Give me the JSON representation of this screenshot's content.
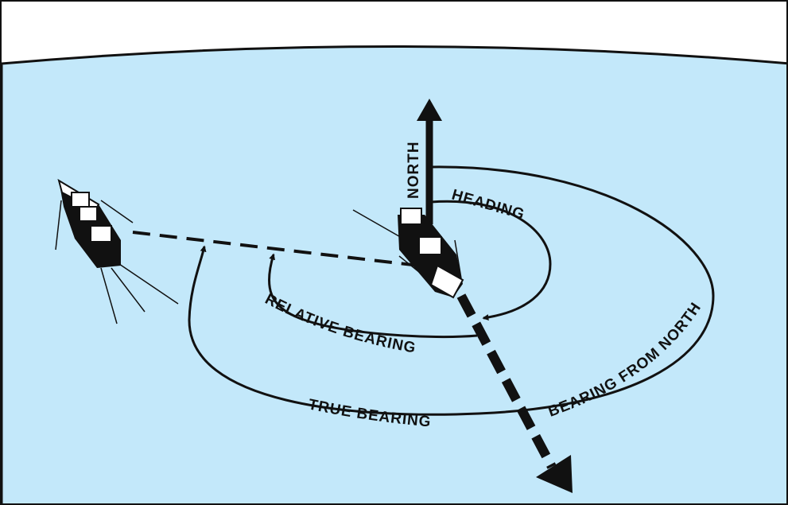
{
  "labels": {
    "north": "NORTH",
    "heading": "HEADING",
    "relative_bearing": "RELATIVE BEARING",
    "true_bearing": "TRUE BEARING",
    "bearing_from_north": "BEARING FROM NORTH"
  },
  "colors": {
    "sea": "#c3e8fa",
    "ink": "#111111",
    "ship_deck": "#ffffff",
    "background": "#ffffff"
  },
  "icons": {
    "own_ship": "ship-icon",
    "target_ship": "ship-icon"
  }
}
